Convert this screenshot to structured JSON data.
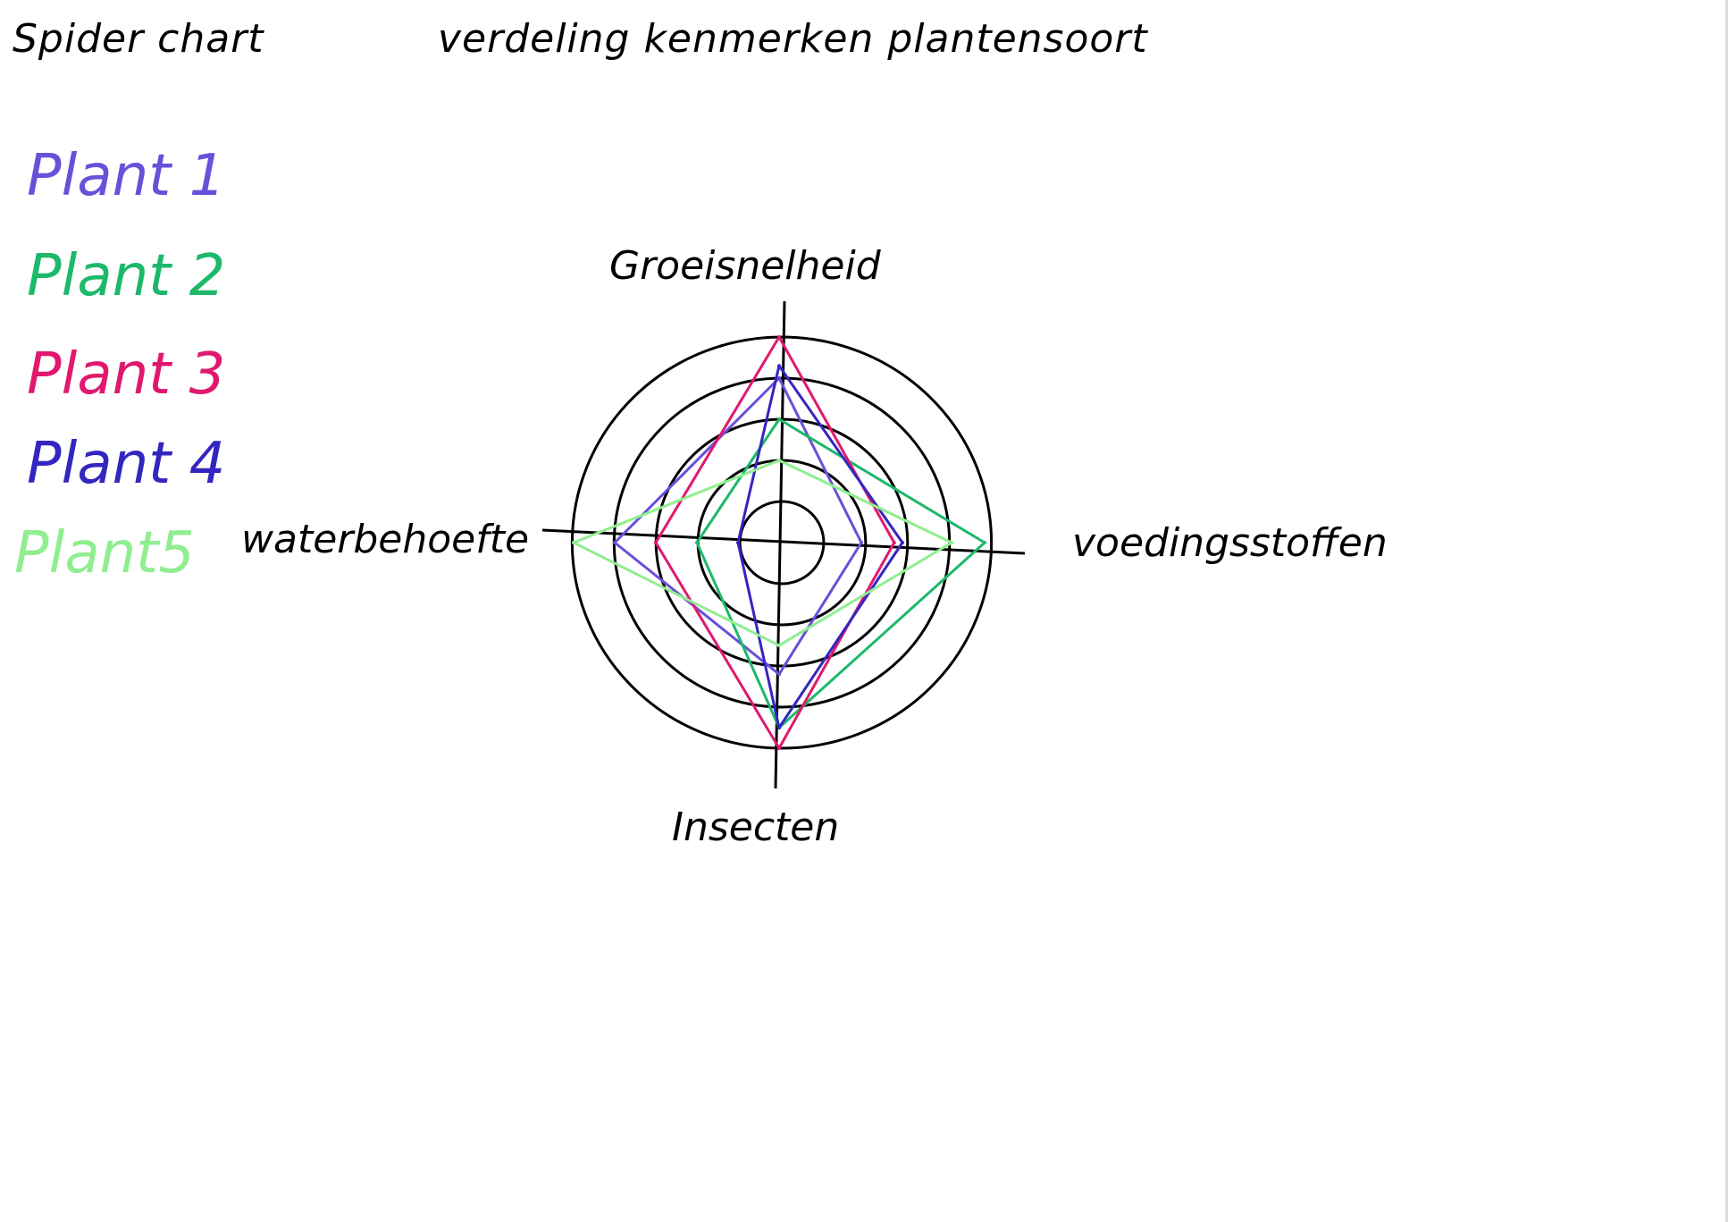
{
  "chart_data": {
    "type": "radar",
    "title": "Spider chart",
    "subtitle": "verdeling kenmerken plantensoort",
    "axes": [
      "Groeisnelheid",
      "voedingsstoffen",
      "Insecten",
      "waterbehoefte"
    ],
    "levels": 5,
    "range": [
      0,
      5
    ],
    "legend_position": "left",
    "series": [
      {
        "name": "Plant 1",
        "color": "#6a4fd8",
        "values": [
          4,
          2,
          3.2,
          4
        ]
      },
      {
        "name": "Plant 2",
        "color": "#1db86a",
        "values": [
          3,
          5,
          4.5,
          2
        ]
      },
      {
        "name": "Plant 3",
        "color": "#e0196e",
        "values": [
          5,
          2.8,
          5,
          3
        ]
      },
      {
        "name": "Plant 4",
        "color": "#3326c0",
        "values": [
          4.3,
          3,
          4.5,
          1
        ]
      },
      {
        "name": "Plant5",
        "color": "#90ee90",
        "values": [
          2,
          4.2,
          2.5,
          5
        ]
      }
    ]
  }
}
